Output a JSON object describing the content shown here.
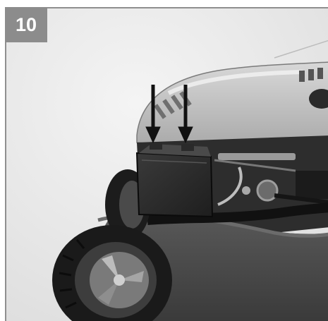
{
  "step": {
    "number": "10"
  },
  "photo": {
    "subject": "lawn-mower-air-filter-cover",
    "arrow_count": 2
  },
  "colors": {
    "badge": "#8c8c8c",
    "frame": "#8f8f8f",
    "arrow": "#111111"
  }
}
